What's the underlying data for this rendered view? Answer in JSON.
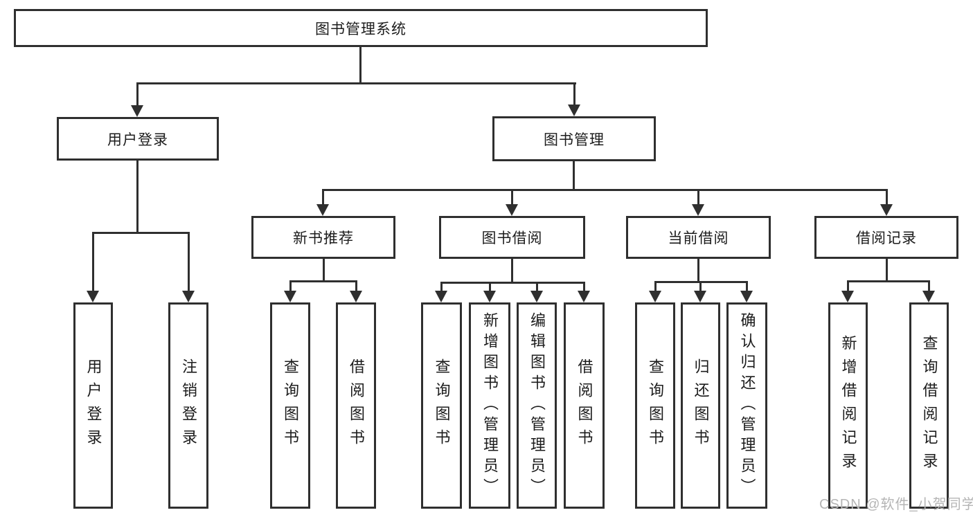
{
  "diagram": {
    "root": "图书管理系统",
    "branches": [
      {
        "label": "用户登录",
        "leaves": [
          "用户登录",
          "注销登录"
        ]
      },
      {
        "label": "图书管理",
        "groups": [
          {
            "label": "新书推荐",
            "leaves": [
              "查询图书",
              "借阅图书"
            ]
          },
          {
            "label": "图书借阅",
            "leaves": [
              "查询图书",
              "新增图书（管理员）",
              "编辑图书（管理员）",
              "借阅图书"
            ]
          },
          {
            "label": "当前借阅",
            "leaves": [
              "查询图书",
              "归还图书",
              "确认归还（管理员）"
            ]
          },
          {
            "label": "借阅记录",
            "leaves": [
              "新增借阅记录",
              "查询借阅记录"
            ]
          }
        ]
      }
    ]
  },
  "watermark": "CSDN @软件_小贺同学",
  "colors": {
    "line": "#2f2f2f",
    "text": "#1c1c1c",
    "watermark_text": "#b5b5b5",
    "background": "#ffffff"
  }
}
